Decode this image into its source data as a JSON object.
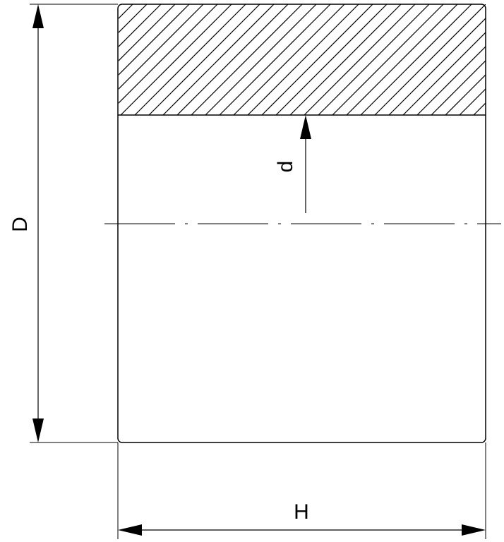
{
  "labels": {
    "outer_diameter": "D",
    "inner_radius": "d",
    "height": "H"
  },
  "colors": {
    "stroke": "#000000",
    "background": "#ffffff"
  }
}
